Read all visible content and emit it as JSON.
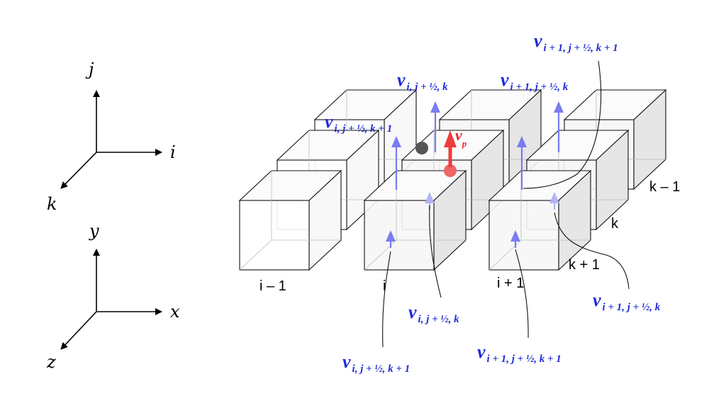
{
  "axes_top": {
    "vertical": "j",
    "horizontal": "i",
    "depth": "k"
  },
  "axes_bottom": {
    "vertical": "y",
    "horizontal": "x",
    "depth": "z"
  },
  "index_labels": {
    "i_minus_1": "i – 1",
    "i": "i",
    "i_plus_1": "i + 1",
    "k_minus_1": "k – 1",
    "k": "k",
    "k_plus_1": "k + 1"
  },
  "velocity_labels": [
    {
      "id": "v-top-left",
      "v": "v",
      "sub": "i, j + ½, k"
    },
    {
      "id": "v-top-mid",
      "v": "v",
      "sub": "i + 1, j + ½, k"
    },
    {
      "id": "v-top-right",
      "v": "v",
      "sub": "i + 1, j + ½, k + 1"
    },
    {
      "id": "v-left-inner",
      "v": "v",
      "sub": "i, j + ½, k + 1"
    },
    {
      "id": "v-bottom-mid",
      "v": "v",
      "sub": "i, j + ½, k"
    },
    {
      "id": "v-bottom-left",
      "v": "v",
      "sub": "i, j + ½, k + 1"
    },
    {
      "id": "v-bottom-center",
      "v": "v",
      "sub": "i + 1, j + ½, k + 1"
    },
    {
      "id": "v-bottom-right",
      "v": "v",
      "sub": "i + 1, j + ½, k"
    }
  ],
  "particle_velocity": {
    "v": "v",
    "sub": "p"
  },
  "colors": {
    "cube_stroke": "#111111",
    "cube_front_face": "#f6f6f6",
    "cube_side_face": "#e6e6e6",
    "velocity_arrow": "#7b7bf2",
    "velocity_arrow_faded": "#b3b3f5",
    "velocity_label": "#1f2bd6",
    "particle_arrow": "#ee3b3b",
    "particle_dot": "#ef6464",
    "grid_dot": "#555555"
  }
}
